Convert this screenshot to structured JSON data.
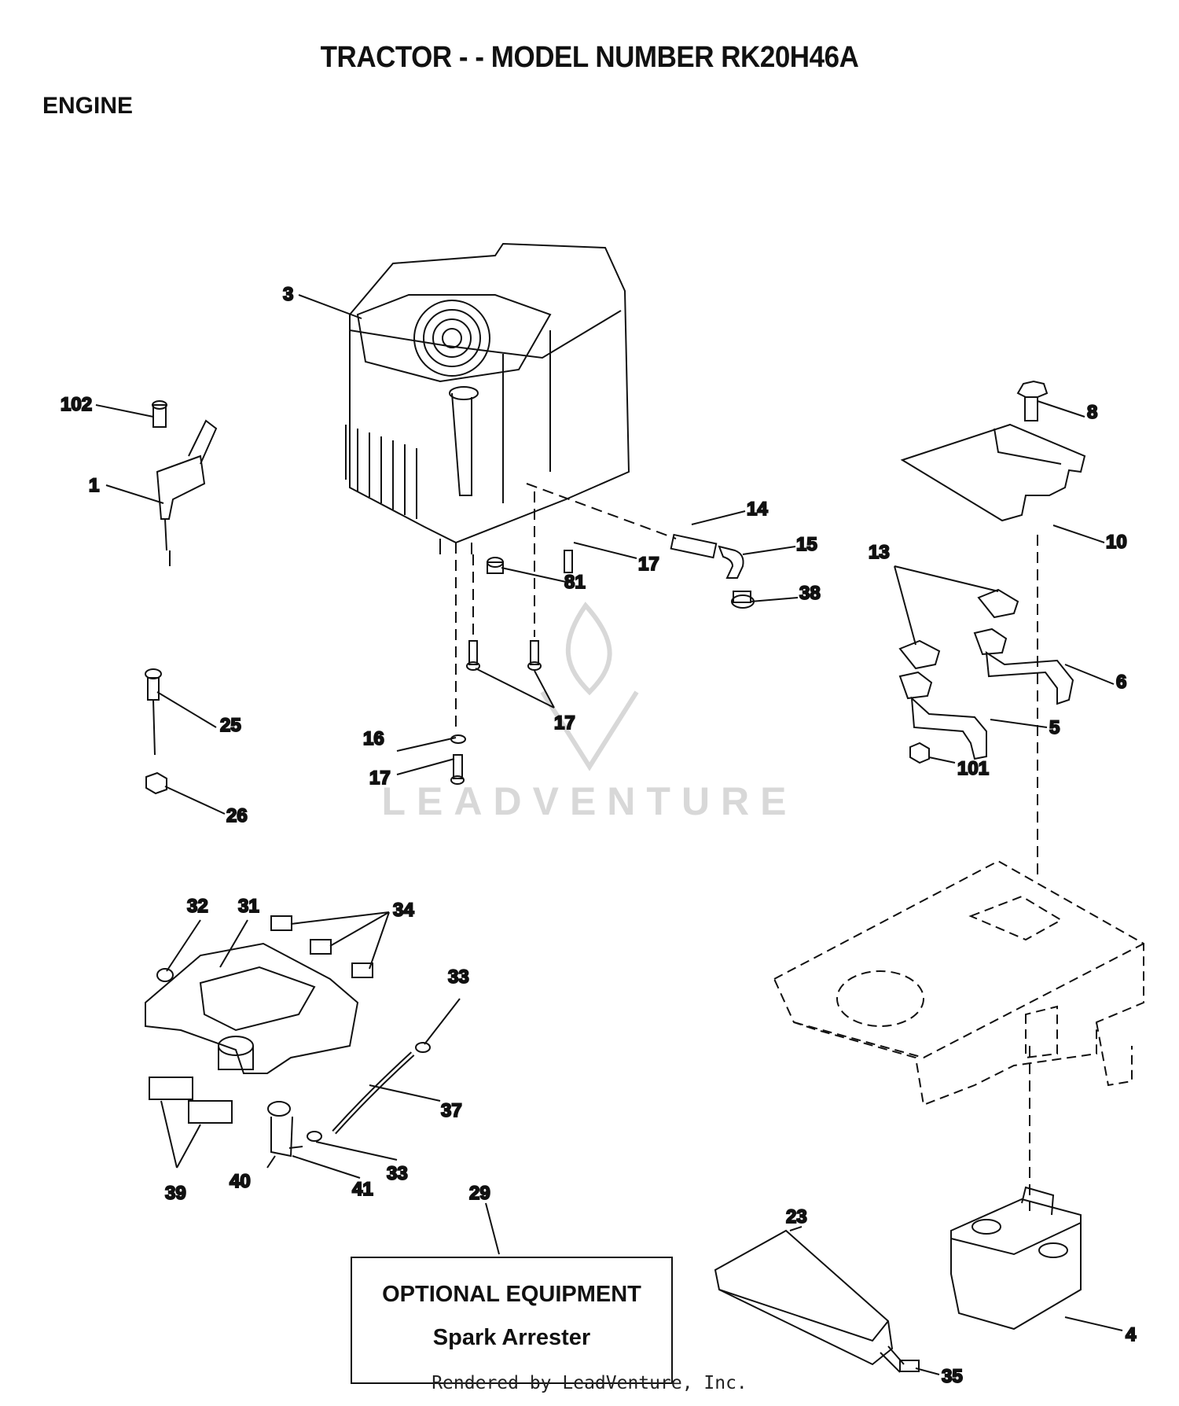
{
  "header": {
    "title": "TRACTOR - - MODEL NUMBER RK20H46A",
    "section": "ENGINE"
  },
  "optional_box": {
    "line1": "OPTIONAL EQUIPMENT",
    "line2": "Spark Arrester"
  },
  "watermark": "LEADVENTURE",
  "footer": "Rendered by LeadVenture, Inc.",
  "callouts": [
    "102",
    "1",
    "3",
    "8",
    "14",
    "15",
    "17",
    "81",
    "38",
    "10",
    "13",
    "6",
    "5",
    "101",
    "25",
    "26",
    "16",
    "17",
    "17",
    "32",
    "31",
    "34",
    "33",
    "37",
    "33",
    "40",
    "41",
    "39",
    "29",
    "23",
    "4",
    "35"
  ]
}
